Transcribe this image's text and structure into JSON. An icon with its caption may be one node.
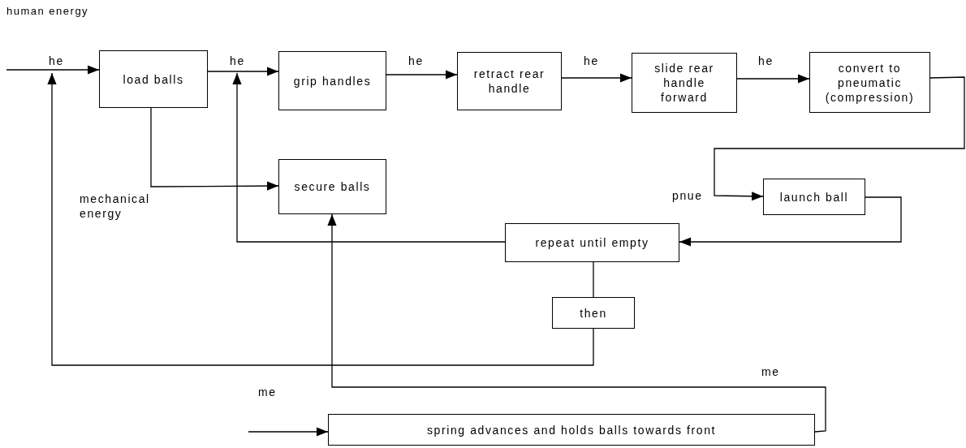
{
  "diagram": {
    "nodes": [
      {
        "text": [
          "load balls"
        ]
      },
      {
        "text": [
          "grip handles"
        ]
      },
      {
        "text": [
          "retract rear handle"
        ]
      },
      {
        "text": [
          "slide rear handle forward"
        ]
      },
      {
        "text": [
          "convert to pneumatic (compression)"
        ]
      },
      {
        "text": [
          "secure balls"
        ]
      },
      {
        "text": [
          "launch ball"
        ]
      },
      {
        "text": [
          "repeat until empty"
        ]
      },
      {
        "text": [
          "then"
        ]
      },
      {
        "text": [
          "spring advances and holds balls towards front"
        ]
      }
    ],
    "edges": [
      {
        "from": null,
        "to": 0,
        "arrow": "to",
        "label": "he"
      },
      {
        "from": 0,
        "to": 1,
        "arrow": "to",
        "label": "he"
      },
      {
        "from": 1,
        "to": 2,
        "arrow": "to",
        "label": "he"
      },
      {
        "from": 2,
        "to": 3,
        "arrow": "to",
        "label": "he"
      },
      {
        "from": 3,
        "to": 4,
        "arrow": "to",
        "label": "he"
      },
      {
        "from": 4,
        "to": 6,
        "arrow": "to",
        "label": "pnue"
      },
      {
        "from": 0,
        "to": 5,
        "arrow": "to",
        "label": "mechanical energy"
      },
      {
        "from": 6,
        "to": 7,
        "arrow": "to"
      },
      {
        "from": 7,
        "to": null,
        "arrow": "to"
      },
      {
        "from": 7,
        "to": 8,
        "arrow": "none"
      },
      {
        "from": 8,
        "to": null,
        "arrow": "to"
      },
      {
        "from": 9,
        "to": 5,
        "arrow": "to",
        "label": "me"
      },
      {
        "from": null,
        "to": 9,
        "arrow": "to",
        "label": "me"
      }
    ],
    "labels": [
      "human energy"
    ]
  }
}
